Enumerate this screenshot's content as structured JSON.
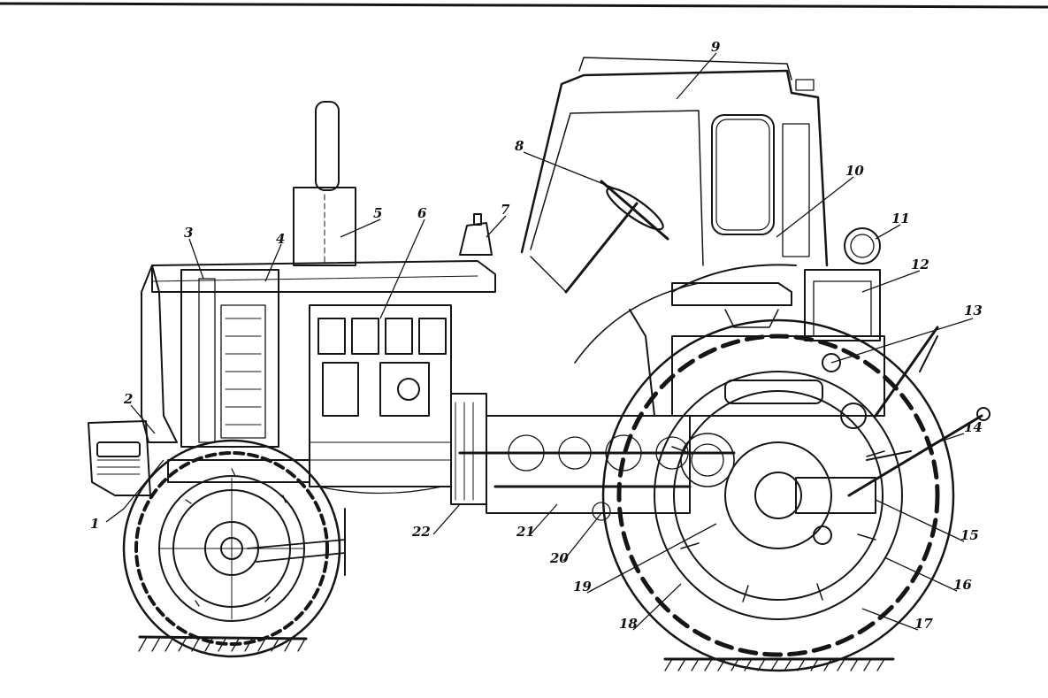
{
  "diagram": {
    "ink_color": "#151515",
    "paper_color": "#ffffff",
    "callouts": [
      {
        "id": "c1",
        "label": "1"
      },
      {
        "id": "c2",
        "label": "2"
      },
      {
        "id": "c3",
        "label": "3"
      },
      {
        "id": "c4",
        "label": "4"
      },
      {
        "id": "c5",
        "label": "5"
      },
      {
        "id": "c6",
        "label": "6"
      },
      {
        "id": "c7",
        "label": "7"
      },
      {
        "id": "c8",
        "label": "8"
      },
      {
        "id": "c9",
        "label": "9"
      },
      {
        "id": "c10",
        "label": "10"
      },
      {
        "id": "c11",
        "label": "11"
      },
      {
        "id": "c12",
        "label": "12"
      },
      {
        "id": "c13",
        "label": "13"
      },
      {
        "id": "c14",
        "label": "14"
      },
      {
        "id": "c15",
        "label": "15"
      },
      {
        "id": "c16",
        "label": "16"
      },
      {
        "id": "c17",
        "label": "17"
      },
      {
        "id": "c18",
        "label": "18"
      },
      {
        "id": "c19",
        "label": "19"
      },
      {
        "id": "c20",
        "label": "20"
      },
      {
        "id": "c21",
        "label": "21"
      },
      {
        "id": "c22",
        "label": "22"
      }
    ]
  }
}
